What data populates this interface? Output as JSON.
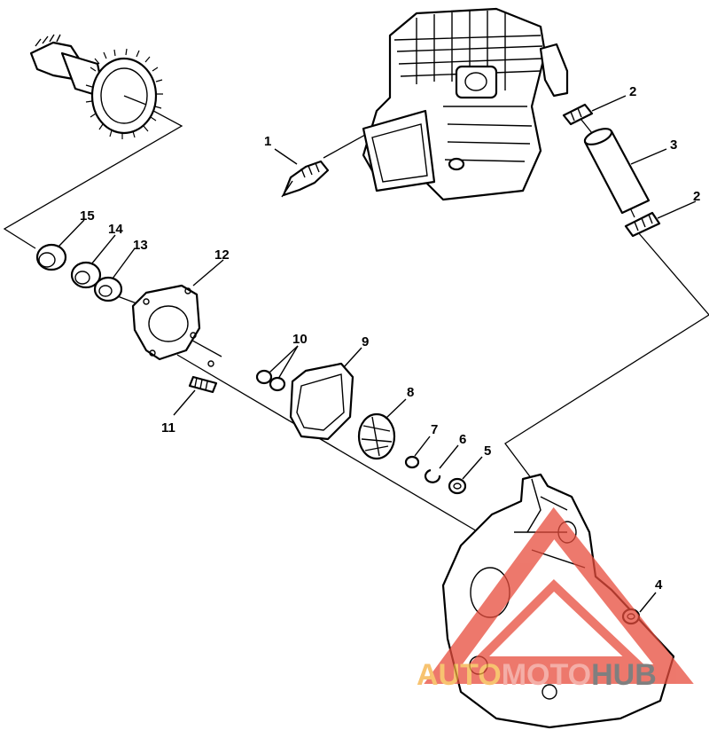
{
  "callouts": {
    "c1": "1",
    "c2a": "2",
    "c2b": "2",
    "c3": "3",
    "c4": "4",
    "c5": "5",
    "c6": "6",
    "c7": "7",
    "c8": "8",
    "c9": "9",
    "c10": "10",
    "c11": "11",
    "c12": "12",
    "c13": "13",
    "c14": "14",
    "c15": "15"
  },
  "watermark": {
    "part1": "AUTO",
    "part2": "MOTO",
    "part3": "HUB",
    "colors": {
      "auto": "#f5b041",
      "moto": "#f1948a",
      "hub": "#555555",
      "triangle": "#e74c3c"
    }
  }
}
